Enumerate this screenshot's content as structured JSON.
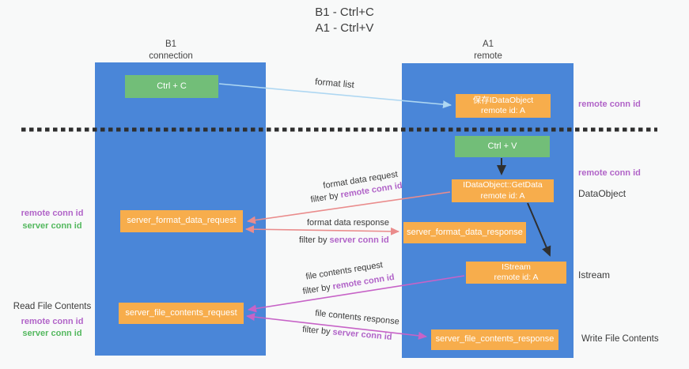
{
  "title": {
    "line1": "B1 - Ctrl+C",
    "line2": "A1 - Ctrl+V"
  },
  "left_column": {
    "name": "B1",
    "subtitle": "connection"
  },
  "right_column": {
    "name": "A1",
    "subtitle": "remote"
  },
  "boxes": {
    "ctrl_c": {
      "label": "Ctrl + C"
    },
    "save_dataobject": {
      "line1": "保存IDataObject",
      "line2": "remote id: A"
    },
    "ctrl_v": {
      "label": "Ctrl + V"
    },
    "getdata": {
      "line1": "IDataObject::GetData",
      "line2": "remote id: A"
    },
    "format_request": {
      "label": "server_format_data_request"
    },
    "format_response": {
      "label": "server_format_data_response"
    },
    "istream": {
      "line1": "IStream",
      "line2": "remote id: A"
    },
    "file_request": {
      "label": "server_file_contents_request"
    },
    "file_response": {
      "label": "server_file_contents_response"
    }
  },
  "flow_labels": {
    "format_list": "format list",
    "format_data_request": "format data request",
    "format_data_response": "format data response",
    "file_contents_request": "file contents request",
    "file_contents_response": "file contents response",
    "filter_by": "filter by",
    "remote_conn_id": "remote conn id",
    "server_conn_id": "server conn id"
  },
  "side_labels": {
    "remote_conn_id": "remote conn id",
    "server_conn_id": "server conn id",
    "dataobject": "DataObject",
    "istream": "Istream",
    "read_file_contents": "Read File Contents",
    "write_file_contents": "Write File Contents"
  },
  "colors": {
    "column_blue": "#4a86d8",
    "box_orange": "#f7ad4c",
    "box_green": "#72be78",
    "conn_id_purple": "#b164c8",
    "conn_id_green": "#53b85e",
    "arrow_lightblue": "#aed7f2",
    "arrow_salmon": "#ea8c8c",
    "arrow_magenta": "#c763c7",
    "arrow_black": "#2f2f2f",
    "dashed_divider": "#2e2e2e"
  }
}
